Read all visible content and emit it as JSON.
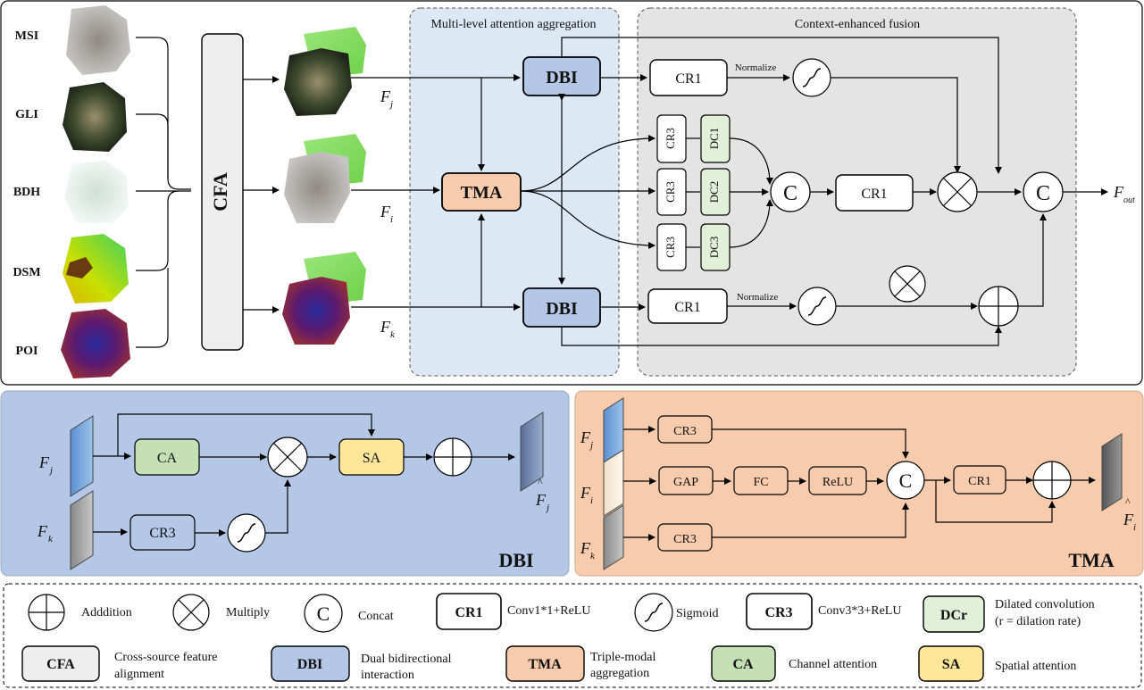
{
  "top": {
    "inputs": [
      "MSI",
      "GLI",
      "BDH",
      "DSM",
      "POI"
    ],
    "cfa_label": "CFA",
    "mlaa_title": "Multi-level attention aggregation",
    "cef_title": "Context-enhanced fusion",
    "dbi_label": "DBI",
    "tma_label": "TMA",
    "cr1_label": "CR1",
    "cr3_label": "CR3",
    "dc_labels": [
      "DC1",
      "DC2",
      "DC3"
    ],
    "normalize": "Normalize",
    "concat_symbol": "C",
    "feature_base": "F",
    "sub_j": "j",
    "sub_i": "i",
    "sub_k": "k",
    "sub_out": "out"
  },
  "dbi_panel": {
    "title": "DBI",
    "ca": "CA",
    "sa": "SA",
    "cr3": "CR3",
    "hat": "^"
  },
  "tma_panel": {
    "title": "TMA",
    "cr3": "CR3",
    "gap": "GAP",
    "fc": "FC",
    "relu": "ReLU",
    "cr1": "CR1",
    "concat": "C"
  },
  "legend": {
    "addition": "Adddition",
    "multiply": "Multiply",
    "concat": "Concat",
    "cr1_key": "CR1",
    "cr1_desc": "Conv1*1+ReLU",
    "sigmoid": "Sigmoid",
    "cr3_key": "CR3",
    "cr3_desc": "Conv3*3+ReLU",
    "dcr_key": "DCr",
    "dcr_desc_1": "Dilated convolution",
    "dcr_desc_2": "(r = dilation rate)",
    "cfa_key": "CFA",
    "cfa_desc_1": "Cross-source feature",
    "cfa_desc_2": "alignment",
    "dbi_key": "DBI",
    "dbi_desc_1": "Dual bidirectional",
    "dbi_desc_2": "interaction",
    "tma_key": "TMA",
    "tma_desc_1": "Triple-modal",
    "tma_desc_2": "aggregation",
    "ca_key": "CA",
    "ca_desc": "Channel attention",
    "sa_key": "SA",
    "sa_desc": "Spatial attention"
  },
  "colors": {
    "dbi_fill": "#b4c7e7",
    "tma_fill": "#f8cbad",
    "cfa_fill": "#eeeeee",
    "ca_fill": "#c5e0b4",
    "sa_fill": "#ffe699",
    "dc_fill": "#e2f0d9",
    "mlaa_bg": "#dde8f5",
    "cef_bg": "#e4e4e4",
    "dbi_panel_bg": "#b4c7e7",
    "tma_panel_bg": "#f8cbad"
  }
}
